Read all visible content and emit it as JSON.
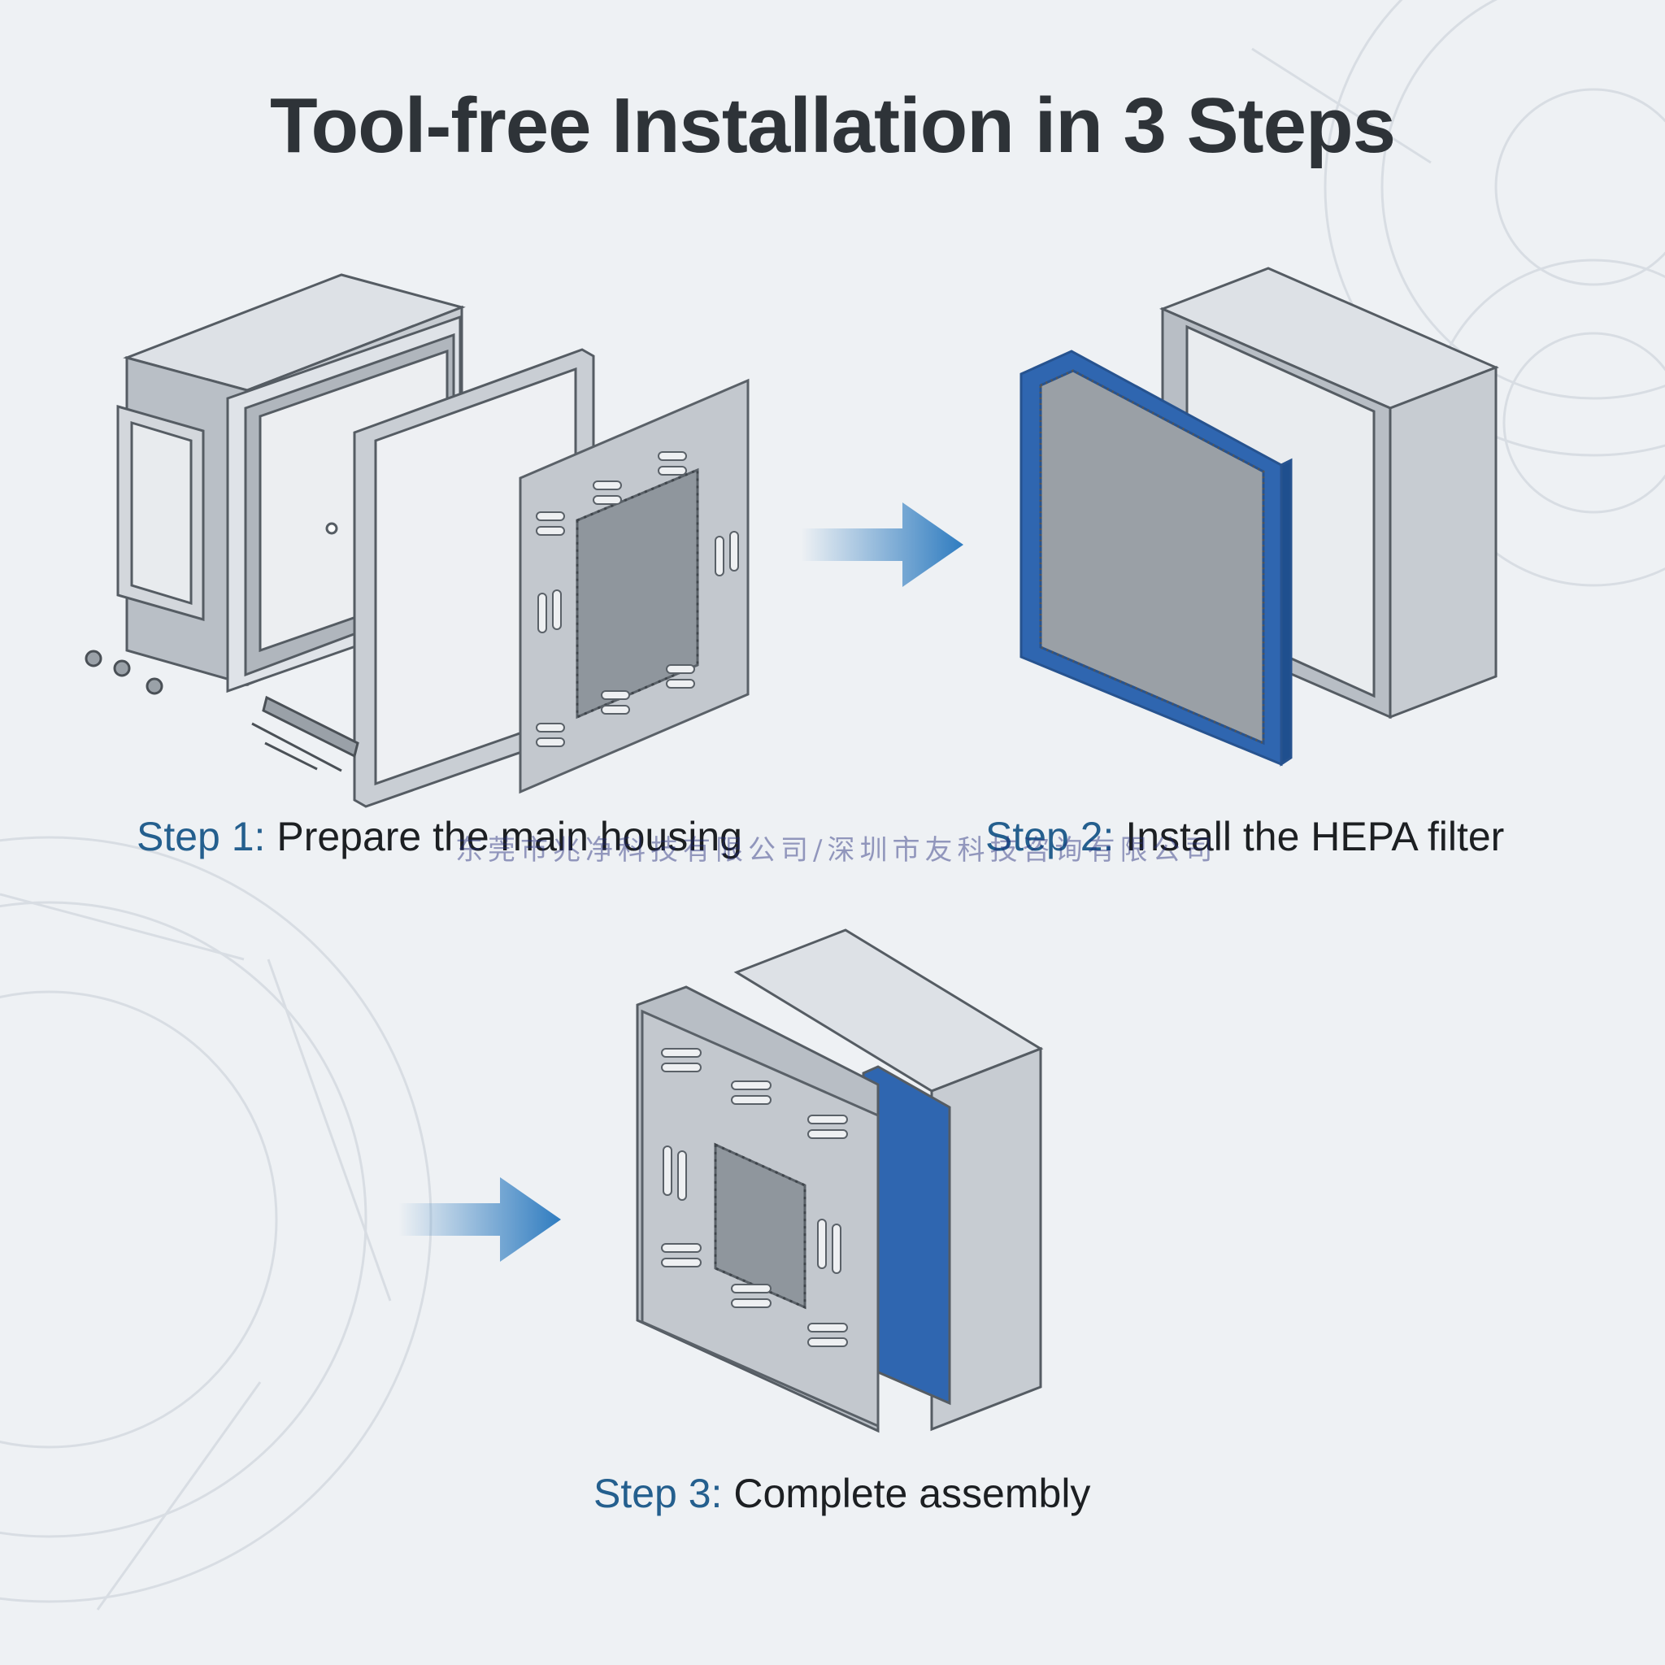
{
  "title": "Tool-free Installation in 3 Steps",
  "steps": [
    {
      "label": "Step 1:",
      "text": "Prepare the main housing"
    },
    {
      "label": "Step 2:",
      "text": "Install the HEPA filter"
    },
    {
      "label": "Step 3:",
      "text": "Complete assembly"
    }
  ],
  "watermark": "东莞市兆净科技有限公司/深圳市友科技咨询有限公司",
  "colors": {
    "title": "#2e3338",
    "step_label": "#245f8e",
    "step_text": "#1c1f22",
    "arrow": "#2f7cc0",
    "filter_frame": "#2f66b0",
    "housing": "#c8cdd4",
    "background": "#eef1f4"
  },
  "icons": [
    "arrow-right-icon",
    "arrow-right-icon"
  ]
}
